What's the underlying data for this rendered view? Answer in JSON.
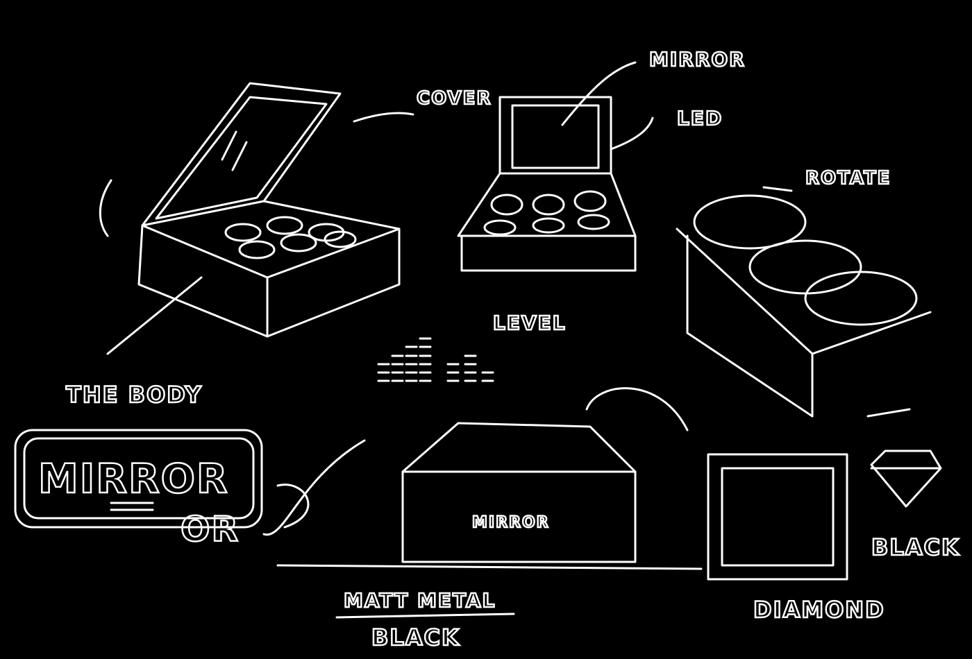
{
  "labels": {
    "cover": "COVER",
    "mirror_top": "MIRROR",
    "led": "LED",
    "rotate": "ROTATE",
    "level": "LEVEL",
    "the_body": "THE BODY",
    "mirror_badge": "MIRROR",
    "or": "OR",
    "box_front": "MIRROR",
    "matt_metal": "MATT METAL",
    "black_left": "BLACK",
    "diamond": "DIAMOND",
    "black_right": "BLACK"
  },
  "colors": {
    "background": "#000000",
    "stroke": "#ffffff"
  }
}
